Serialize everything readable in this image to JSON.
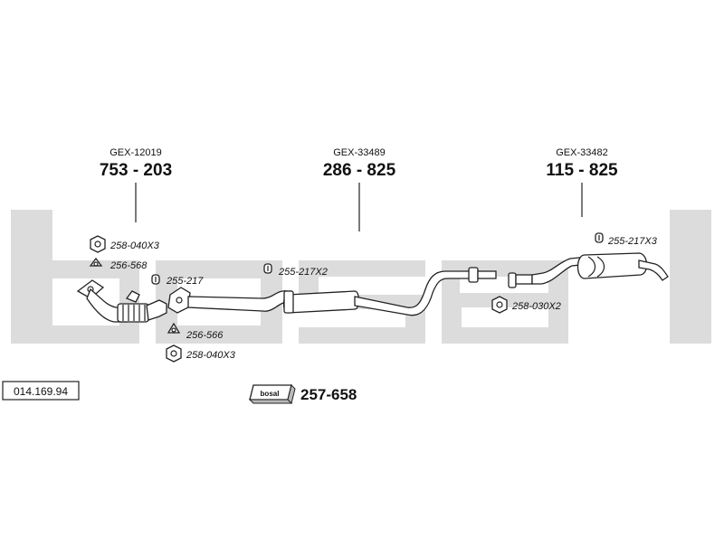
{
  "background_logo": "bosal",
  "assemblies": [
    {
      "gex": "GEX-12019",
      "part_number": "753 - 203"
    },
    {
      "gex": "GEX-33489",
      "part_number": "286 - 825"
    },
    {
      "gex": "GEX-33482",
      "part_number": "115 - 825"
    }
  ],
  "fittings": {
    "nut_front_top": "258-040X3",
    "gasket_front_top": "256-568",
    "clamp_front": "255-217",
    "gasket_front_bottom": "256-566",
    "nut_front_bottom": "258-040X3",
    "clamp_mid": "255-217X2",
    "clamp_rear": "255-217X3",
    "nut_rear": "258-030X2"
  },
  "diagram_number": "014.169.94",
  "kit": {
    "logo": "bosal",
    "part_number": "257-658"
  },
  "icons": {
    "nut": "hex-nut-icon",
    "gasket": "gasket-icon",
    "clamp": "clamp-icon",
    "kit": "fitting-kit-icon"
  }
}
